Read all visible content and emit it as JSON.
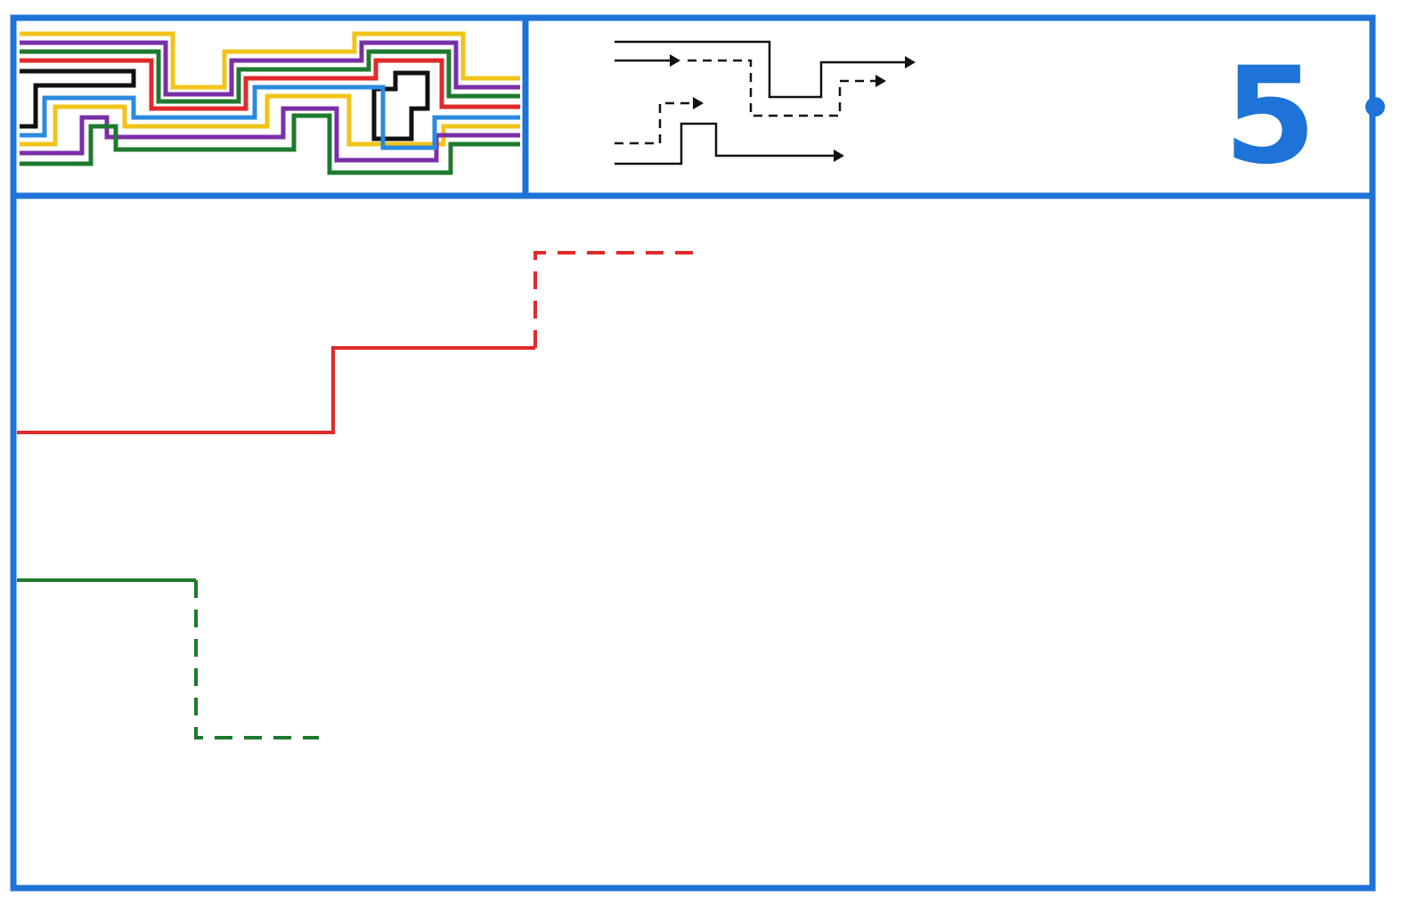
{
  "worksheet": {
    "page_number": "5"
  },
  "colors": {
    "frame_blue": "#1e73d8",
    "example_black": "#111111",
    "red": "#e02a2a",
    "green": "#1d7a2e",
    "yellow": "#f2c318",
    "purple": "#7a2fa8",
    "sky_blue": "#2a8ae0"
  },
  "exercises": [
    {
      "id": "red-steps",
      "color": "red",
      "traced": "solid",
      "continuation": "dashed",
      "direction": "up"
    },
    {
      "id": "green-steps",
      "color": "green",
      "traced": "solid",
      "continuation": "dashed",
      "direction": "down"
    }
  ],
  "icons": {
    "example_illustration": "stepped-arrows-example-icon",
    "colored_paths": "rainbow-meander-pattern-icon",
    "edge_marker": "binding-dot-icon"
  }
}
